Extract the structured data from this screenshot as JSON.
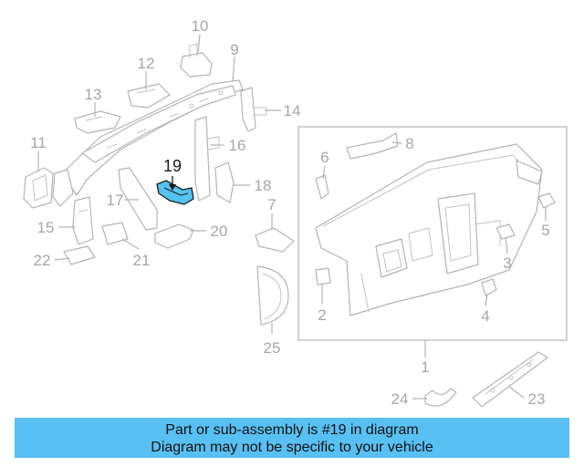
{
  "callouts": [
    "10",
    "9",
    "12",
    "13",
    "14",
    "11",
    "16",
    "19",
    "18",
    "17",
    "7",
    "15",
    "20",
    "22",
    "21",
    "25",
    "6",
    "8",
    "5",
    "3",
    "2",
    "4",
    "1",
    "24",
    "23"
  ],
  "highlight_part": "19",
  "colors": {
    "highlight": "#55c3ef",
    "banner": "#58c0f3",
    "line": "#b4b4b4",
    "label": "#a6a6a6"
  },
  "banner": {
    "line1": "Part or sub-assembly is #19 in diagram",
    "line2": "Diagram may not be specific to your vehicle"
  }
}
